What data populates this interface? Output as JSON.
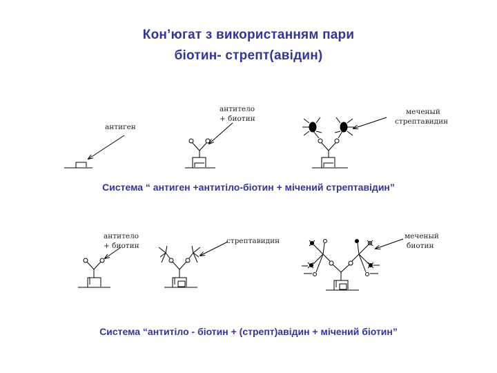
{
  "title": {
    "line1": "Кон’югат з використанням пари",
    "line2": "біотин- стрепт(авідин)"
  },
  "panel1": {
    "label_antigen": "антиген",
    "label_antibody_line1": "антитело",
    "label_antibody_line2": "+ биотин",
    "label_streptavidin_line1": "меченый",
    "label_streptavidin_line2": "стрептавидин",
    "caption": "Система “ антиген +антитіло-біотин + мічений стрептавідин”"
  },
  "panel2": {
    "label_antibody_line1": "антитело",
    "label_antibody_line2": "+ биотин",
    "label_streptavidin": "стрептавидин",
    "label_biotin_line1": "меченый",
    "label_biotin_line2": "биотин",
    "caption": "Система “антитіло - біотин + (стрепт)авідин + мічений біотин”"
  },
  "colors": {
    "title": "#333399",
    "caption": "#333399",
    "lines": "#000000"
  }
}
